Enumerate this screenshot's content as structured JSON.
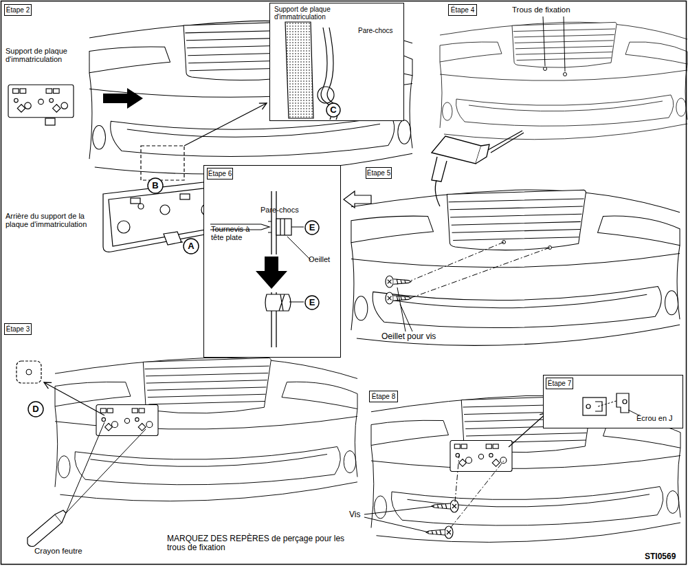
{
  "diagram": {
    "nodes": [
      {
        "text": [
          "Étape 2"
        ]
      },
      {
        "text": [
          "Support de plaque d'immatriculation",
          "Pare-chocs"
        ]
      },
      {
        "text": [
          "C"
        ],
        "in": 1
      },
      {
        "text": [
          "B"
        ]
      },
      {
        "text": [
          "A"
        ]
      },
      {
        "text": [
          "Étape 4"
        ]
      },
      {
        "text": [
          "Tournevis à tête plate",
          "Pare-chocs",
          "Oeillet"
        ]
      },
      {
        "text": [
          "Étape 6"
        ],
        "in": 6
      },
      {
        "text": [
          "E"
        ],
        "in": 6
      },
      {
        "text": [
          "E"
        ],
        "in": 6
      },
      {
        "text": [
          "Étape 5"
        ]
      },
      {
        "text": [
          "Étape 3"
        ]
      },
      {
        "text": [
          "D"
        ]
      },
      {
        "text": [
          "Étape 8"
        ]
      },
      {
        "text": [
          "Écrou en J"
        ]
      },
      {
        "text": [
          "Étape 7"
        ],
        "in": 14
      }
    ],
    "labels": [
      "Support de plaque d'immatriculation",
      "Arrière du support de la plaque d'immatriculation",
      "Trous de fixation",
      "Oeillet pour vis",
      "Crayon feutre",
      "MARQUEZ DES REPÈRES de perçage pour les trous de fixation",
      "Vis",
      "STI0569"
    ]
  }
}
